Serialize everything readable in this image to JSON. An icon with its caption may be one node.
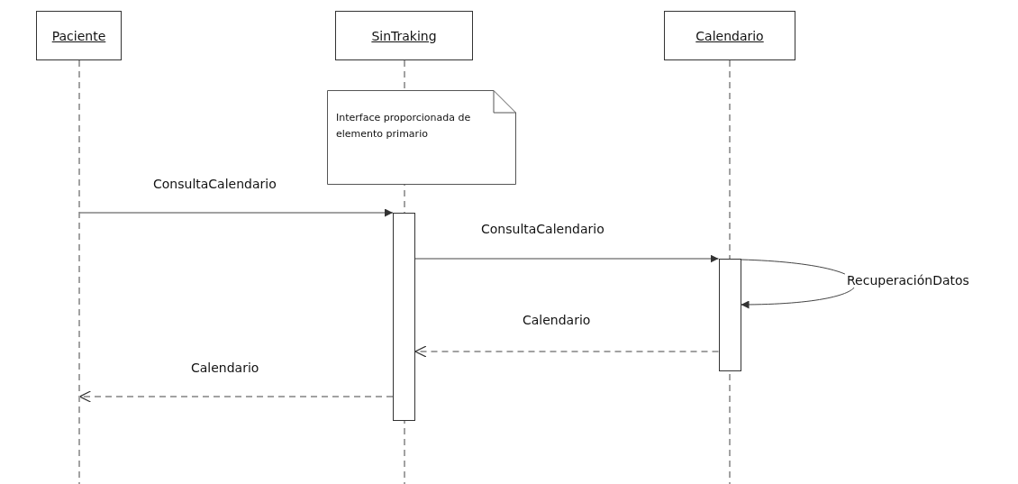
{
  "diagram": {
    "nodes": [
      {
        "text": [
          "Paciente"
        ]
      },
      {
        "text": [
          "SinTraking"
        ]
      },
      {
        "text": [
          "Calendario"
        ]
      },
      {
        "text": [
          "Interface proporcionada de elemento primario"
        ]
      },
      {
        "text": [],
        "shape": "box",
        "in": 1
      },
      {
        "text": [],
        "shape": "box",
        "in": 2
      }
    ],
    "edges": [
      {
        "from": 0,
        "to": 4,
        "arrow": "to",
        "label": "ConsultaCalendario"
      },
      {
        "from": 4,
        "to": 5,
        "arrow": "to",
        "label": "ConsultaCalendario"
      },
      {
        "from": 5,
        "to": 5,
        "arrow": "to",
        "label": "RecuperaciónDatos"
      },
      {
        "from": 5,
        "to": 4,
        "arrow": "to",
        "label": "Calendario",
        "style": "dashed"
      },
      {
        "from": 4,
        "to": 0,
        "arrow": "to",
        "label": "Calendario",
        "style": "dashed"
      }
    ]
  }
}
